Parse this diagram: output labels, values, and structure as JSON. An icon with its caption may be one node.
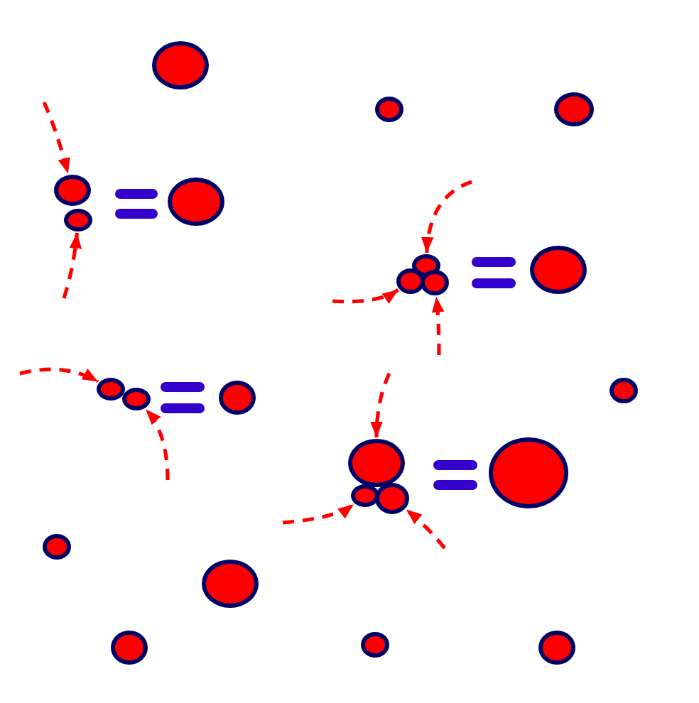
{
  "diagram": {
    "nodes": [
      {
        "text": [],
        "shape": "circle"
      },
      {
        "text": [],
        "shape": "circle"
      },
      {
        "text": [],
        "shape": "circle"
      },
      {
        "text": [],
        "shape": "circle"
      },
      {
        "text": [],
        "shape": "circle"
      },
      {
        "text": [],
        "shape": "circle"
      },
      {
        "text": [],
        "shape": "circle"
      },
      {
        "text": [],
        "shape": "circle"
      },
      {
        "text": [],
        "shape": "circle"
      },
      {
        "text": [],
        "shape": "circle"
      },
      {
        "text": [],
        "shape": "circle"
      },
      {
        "text": [],
        "shape": "circle"
      },
      {
        "text": [],
        "shape": "circle"
      },
      {
        "text": [],
        "shape": "circle"
      },
      {
        "text": [],
        "shape": "circle"
      },
      {
        "text": [],
        "shape": "circle"
      },
      {
        "text": [],
        "shape": "circle"
      },
      {
        "text": [],
        "shape": "circle"
      },
      {
        "text": [],
        "shape": "circle"
      },
      {
        "text": [],
        "shape": "circle"
      },
      {
        "text": [],
        "shape": "circle"
      },
      {
        "text": [],
        "shape": "circle"
      },
      {
        "text": [],
        "shape": "circle"
      }
    ],
    "edges": [
      {
        "from": null,
        "to": 3,
        "arrow": "to",
        "style": "dashed"
      },
      {
        "from": null,
        "to": 4,
        "arrow": "to",
        "style": "dashed"
      },
      {
        "from": null,
        "to": 6,
        "arrow": "to",
        "style": "dashed"
      },
      {
        "from": null,
        "to": 7,
        "arrow": "to",
        "style": "dashed"
      },
      {
        "from": null,
        "to": 8,
        "arrow": "to",
        "style": "dashed"
      },
      {
        "from": null,
        "to": 10,
        "arrow": "to",
        "style": "dashed"
      },
      {
        "from": null,
        "to": 11,
        "arrow": "to",
        "style": "dashed"
      },
      {
        "from": null,
        "to": 14,
        "arrow": "to",
        "style": "dashed"
      },
      {
        "from": null,
        "to": 15,
        "arrow": "to",
        "style": "dashed"
      },
      {
        "from": null,
        "to": 16,
        "arrow": "to",
        "style": "dashed"
      }
    ]
  }
}
